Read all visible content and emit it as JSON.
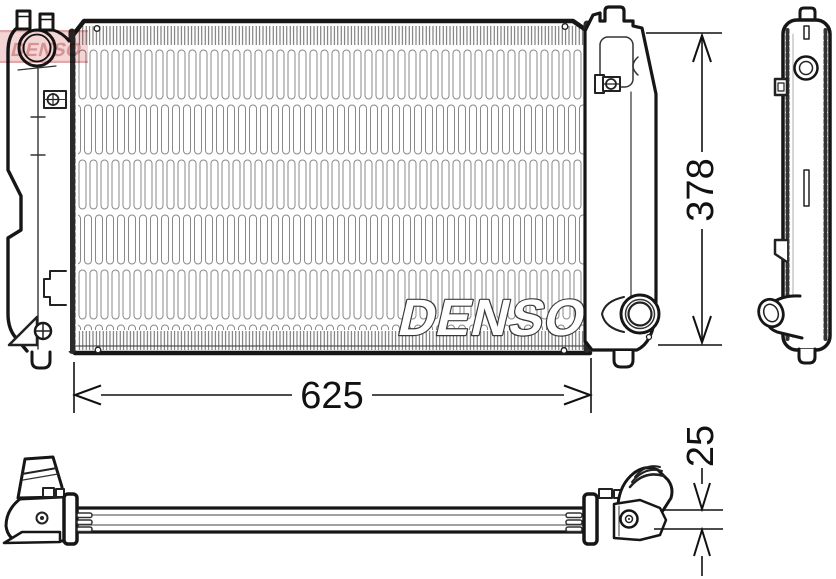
{
  "figure": {
    "type": "radiator-technical-drawing",
    "views": [
      {
        "name": "front-view"
      },
      {
        "name": "side-view"
      },
      {
        "name": "bottom-view"
      }
    ]
  },
  "brand": {
    "core_watermark": "DENSO",
    "logo_watermark": "DENSO"
  },
  "dimensions": {
    "core_width_mm": "625",
    "core_height_mm": "378",
    "core_depth_mm": "25"
  },
  "colors": {
    "line": "#1a1a1a",
    "fin_line": "#8a8a8a",
    "comb_line": "#555555",
    "background": "#ffffff",
    "watermark_band": "#f3cdcd",
    "watermark_border": "#dc9a9a",
    "watermark_text": "#cd8181"
  }
}
